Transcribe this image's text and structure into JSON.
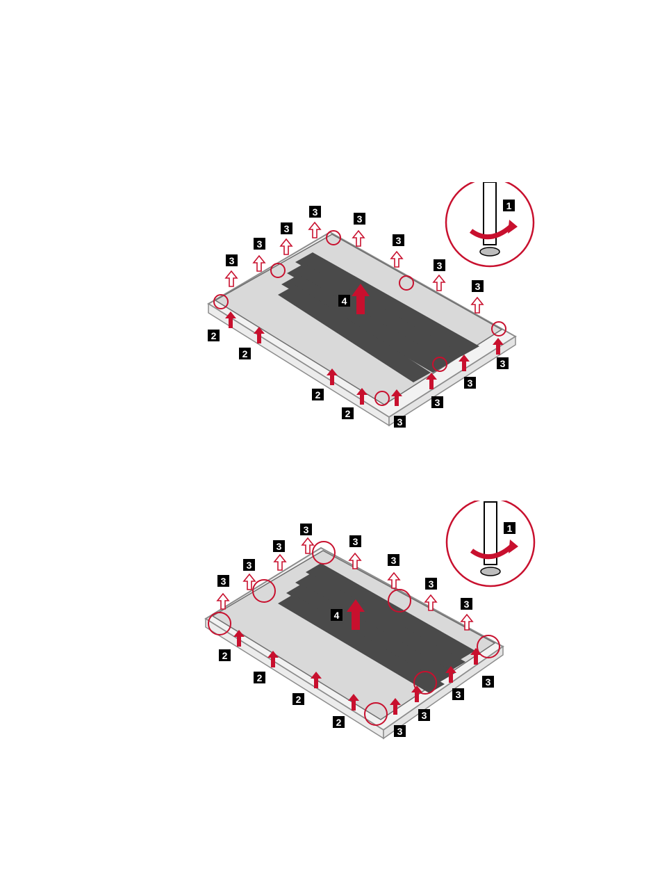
{
  "colors": {
    "accent_red": "#c8102e",
    "panel_gray": "#d9d9d9",
    "edge_gray": "#8c8c8c",
    "vent_dark": "#3a3a3a",
    "label_bg": "#000000",
    "label_fg": "#ffffff"
  },
  "icons": [
    "screwdriver-icon",
    "rotate-arrow-icon",
    "pry-arrow-icon",
    "lift-arrow-icon"
  ],
  "figures": [
    {
      "step_labels": [
        "1",
        "2",
        "3",
        "4"
      ],
      "labels_2": [
        "2",
        "2",
        "2",
        "2",
        "2"
      ],
      "labels_3": [
        "3",
        "3",
        "3",
        "3",
        "3",
        "3",
        "3",
        "3",
        "3",
        "3",
        "3",
        "3",
        "3",
        "3"
      ]
    },
    {
      "step_labels": [
        "1",
        "2",
        "3",
        "4"
      ],
      "labels_2": [
        "2",
        "2",
        "2",
        "2",
        "2"
      ],
      "labels_3": [
        "3",
        "3",
        "3",
        "3",
        "3",
        "3",
        "3",
        "3",
        "3",
        "3",
        "3",
        "3",
        "3",
        "3"
      ]
    }
  ]
}
